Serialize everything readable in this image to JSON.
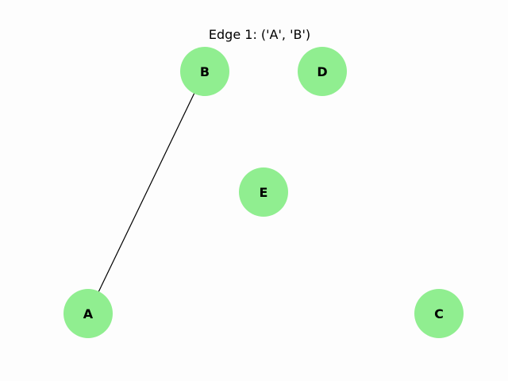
{
  "title": "Edge 1: ('A', 'B')",
  "colors": {
    "node_fill": "#90ee90",
    "edge_stroke": "#000000",
    "background": "#fdfdfd"
  },
  "graph": {
    "nodes": [
      {
        "id": "A",
        "label": "A"
      },
      {
        "id": "B",
        "label": "B"
      },
      {
        "id": "C",
        "label": "C"
      },
      {
        "id": "D",
        "label": "D"
      },
      {
        "id": "E",
        "label": "E"
      }
    ],
    "edges": [
      {
        "source": "A",
        "target": "B"
      }
    ]
  }
}
